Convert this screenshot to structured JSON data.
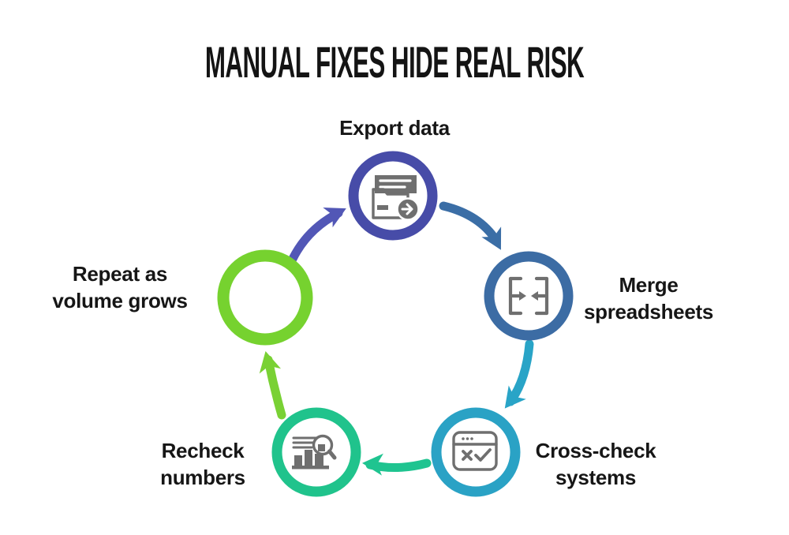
{
  "title": "MANUAL FIXES HIDE REAL RISK",
  "colors": {
    "background": "#ffffff",
    "text": "#161616",
    "icon": "#6F6F6F"
  },
  "nodes": [
    {
      "id": "export-data",
      "label": "Export data",
      "lines": [
        "Export data"
      ],
      "color": "#474CA8",
      "icon": "folder-export-icon"
    },
    {
      "id": "merge-spreadsheets",
      "label": "Merge spreadsheets",
      "lines": [
        "Merge",
        "spreadsheets"
      ],
      "color": "#3C6CA4",
      "icon": "merge-arrows-icon"
    },
    {
      "id": "cross-check-systems",
      "label": "Cross-check systems",
      "lines": [
        "Cross-check",
        "systems"
      ],
      "color": "#2AA2C5",
      "icon": "window-check-cross-icon"
    },
    {
      "id": "recheck-numbers",
      "label": "Recheck numbers",
      "lines": [
        "Recheck",
        "numbers"
      ],
      "color": "#20C38C",
      "icon": "chart-magnifier-icon"
    },
    {
      "id": "repeat-volume",
      "label": "Repeat as volume grows",
      "lines": [
        "Repeat as",
        "volume grows"
      ],
      "color": "#76D22F",
      "icon": null
    }
  ],
  "arrows": [
    {
      "from": "export-data",
      "to": "merge-spreadsheets",
      "color": "#3B6EA6"
    },
    {
      "from": "merge-spreadsheets",
      "to": "cross-check-systems",
      "color": "#29A4C7"
    },
    {
      "from": "cross-check-systems",
      "to": "recheck-numbers",
      "color": "#1FC490"
    },
    {
      "from": "recheck-numbers",
      "to": "repeat-volume",
      "color": "#79D134"
    },
    {
      "from": "repeat-volume",
      "to": "export-data",
      "color": "#5257B6"
    }
  ]
}
